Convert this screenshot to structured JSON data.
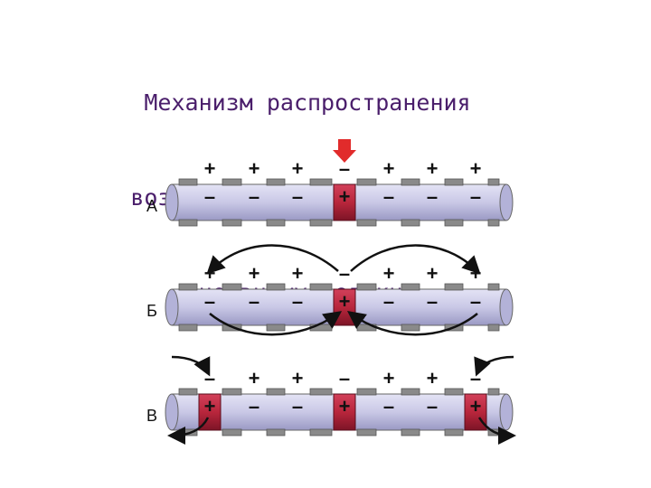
{
  "title": {
    "line1": "Механизм распространения",
    "line2": "возбуждения по миелиновому",
    "line3": "нервному волокну"
  },
  "colors": {
    "title": "#4a1e6b",
    "axon": "#c9c8e6",
    "myelin": "#8a8a8a",
    "active_node": "#b8263c",
    "stimulus_arrow": "#e12b2b"
  },
  "rows": [
    {
      "label": "А",
      "top_signs": [
        "+",
        "+",
        "+",
        "–",
        "+",
        "+",
        "+"
      ],
      "bottom_signs": [
        "–",
        "–",
        "–",
        "+",
        "–",
        "–",
        "–"
      ],
      "active_nodes": [
        3
      ]
    },
    {
      "label": "Б",
      "top_signs": [
        "+",
        "+",
        "+",
        "–",
        "+",
        "+",
        "+"
      ],
      "bottom_signs": [
        "–",
        "–",
        "–",
        "+",
        "–",
        "–",
        "–"
      ],
      "active_nodes": [
        3
      ]
    },
    {
      "label": "В",
      "top_signs": [
        "–",
        "+",
        "+",
        "–",
        "+",
        "+",
        "–"
      ],
      "bottom_signs": [
        "+",
        "–",
        "–",
        "+",
        "–",
        "–",
        "+"
      ],
      "active_nodes": [
        0,
        3,
        6
      ]
    }
  ],
  "stimulus": {
    "icon": "down-arrow-icon"
  }
}
